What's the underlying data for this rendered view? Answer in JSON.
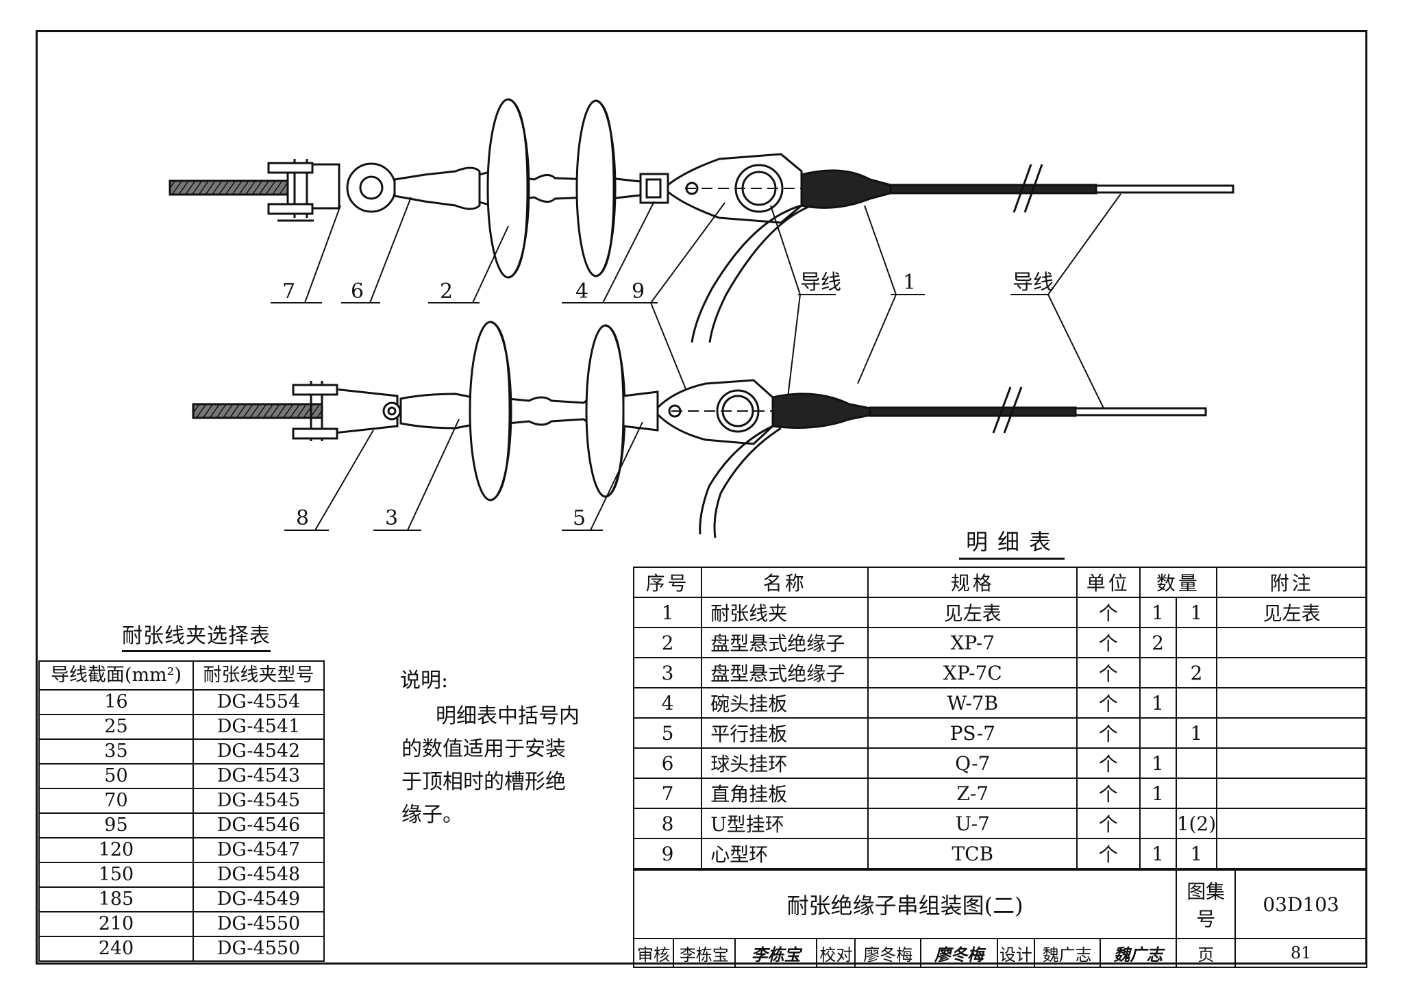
{
  "labels": {
    "p7": "7",
    "p6": "6",
    "p2": "2",
    "p4": "4",
    "p9": "9",
    "daoxian_left": "导线",
    "p1": "1",
    "daoxian_right": "导线",
    "p8": "8",
    "p3": "3",
    "p5": "5"
  },
  "selection_table": {
    "title": "耐张线夹选择表",
    "headers": [
      "导线截面(mm²)",
      "耐张线夹型号"
    ],
    "rows": [
      [
        "16",
        "DG-4554"
      ],
      [
        "25",
        "DG-4541"
      ],
      [
        "35",
        "DG-4542"
      ],
      [
        "50",
        "DG-4543"
      ],
      [
        "70",
        "DG-4545"
      ],
      [
        "95",
        "DG-4546"
      ],
      [
        "120",
        "DG-4547"
      ],
      [
        "150",
        "DG-4548"
      ],
      [
        "185",
        "DG-4549"
      ],
      [
        "210",
        "DG-4550"
      ],
      [
        "240",
        "DG-4550"
      ]
    ]
  },
  "note": {
    "title": "说明:",
    "text": "明细表中括号内的数值适用于安装于顶相时的槽形绝缘子。"
  },
  "detail_table": {
    "title": "明细表",
    "headers": {
      "no": "序号",
      "name": "名称",
      "spec": "规格",
      "unit": "单位",
      "qty": "数量",
      "remark": "附注"
    },
    "rows": [
      {
        "no": "1",
        "name": "耐张线夹",
        "spec": "见左表",
        "unit": "个",
        "q1": "1",
        "q2": "1",
        "remark": "见左表"
      },
      {
        "no": "2",
        "name": "盘型悬式绝缘子",
        "spec": "XP-7",
        "unit": "个",
        "q1": "2",
        "q2": "",
        "remark": ""
      },
      {
        "no": "3",
        "name": "盘型悬式绝缘子",
        "spec": "XP-7C",
        "unit": "个",
        "q1": "",
        "q2": "2",
        "remark": ""
      },
      {
        "no": "4",
        "name": "碗头挂板",
        "spec": "W-7B",
        "unit": "个",
        "q1": "1",
        "q2": "",
        "remark": ""
      },
      {
        "no": "5",
        "name": "平行挂板",
        "spec": "PS-7",
        "unit": "个",
        "q1": "",
        "q2": "1",
        "remark": ""
      },
      {
        "no": "6",
        "name": "球头挂环",
        "spec": "Q-7",
        "unit": "个",
        "q1": "1",
        "q2": "",
        "remark": ""
      },
      {
        "no": "7",
        "name": "直角挂板",
        "spec": "Z-7",
        "unit": "个",
        "q1": "1",
        "q2": "",
        "remark": ""
      },
      {
        "no": "8",
        "name": "U型挂环",
        "spec": "U-7",
        "unit": "个",
        "q1": "",
        "q2": "1(2)",
        "remark": ""
      },
      {
        "no": "9",
        "name": "心型环",
        "spec": "TCB",
        "unit": "个",
        "q1": "1",
        "q2": "1",
        "remark": ""
      }
    ]
  },
  "title_block": {
    "title": "耐张绝缘子串组装图(二)",
    "atlas_label": "图集号",
    "atlas_no": "03D103",
    "review_label": "审核",
    "reviewer": "李栋宝",
    "reviewer_sig": "李栋宝",
    "check_label": "校对",
    "checker": "廖冬梅",
    "checker_sig": "廖冬梅",
    "design_label": "设计",
    "designer": "魏广志",
    "designer_sig": "魏广志",
    "page_label": "页",
    "page_no": "81"
  }
}
